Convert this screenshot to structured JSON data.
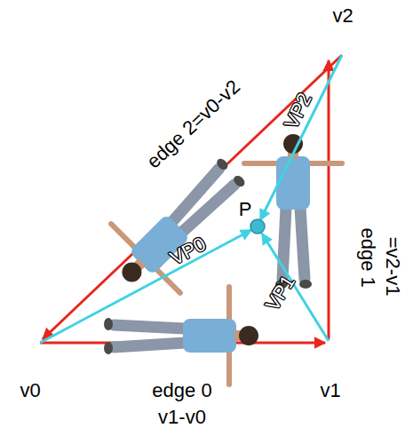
{
  "diagram": {
    "labels": [
      "v2",
      "edge 2=v0-v2",
      "VP2",
      "P",
      "VP0",
      "VP1",
      "edge 1",
      "=v2-v1",
      "v0",
      "v1",
      "edge 0",
      "v1-v0"
    ]
  }
}
